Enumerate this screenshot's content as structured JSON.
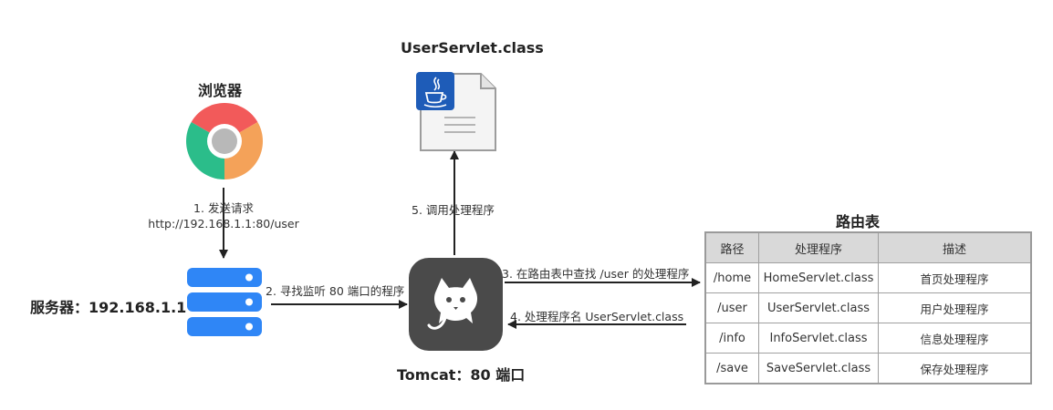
{
  "class_file": {
    "title": "UserServlet.class"
  },
  "browser": {
    "title": "浏览器"
  },
  "server": {
    "title": "服务器：192.168.1.1"
  },
  "tomcat": {
    "title": "Tomcat：80 端口"
  },
  "route_table": {
    "title": "路由表",
    "headers": [
      "路径",
      "处理程序",
      "描述"
    ],
    "rows": [
      [
        "/home",
        "HomeServlet.class",
        "首页处理程序"
      ],
      [
        "/user",
        "UserServlet.class",
        "用户处理程序"
      ],
      [
        "/info",
        "InfoServlet.class",
        "信息处理程序"
      ],
      [
        "/save",
        "SaveServlet.class",
        "保存处理程序"
      ]
    ]
  },
  "steps": {
    "step1_line1": "1. 发送请求",
    "step1_line2": "http://192.168.1.1:80/user",
    "step2": "2. 寻找监听 80 端口的程序",
    "step3": "3. 在路由表中查找 /user 的处理程序",
    "step4": "4. 处理程序名 UserServlet.class",
    "step5": "5. 调用处理程序"
  },
  "colors": {
    "server_blue": "#2f86f6",
    "tomcat_bg": "#4a4a4a",
    "java_badge": "#1e5cb8",
    "header_fill": "#d9d9d9",
    "arrow": "#222222"
  }
}
